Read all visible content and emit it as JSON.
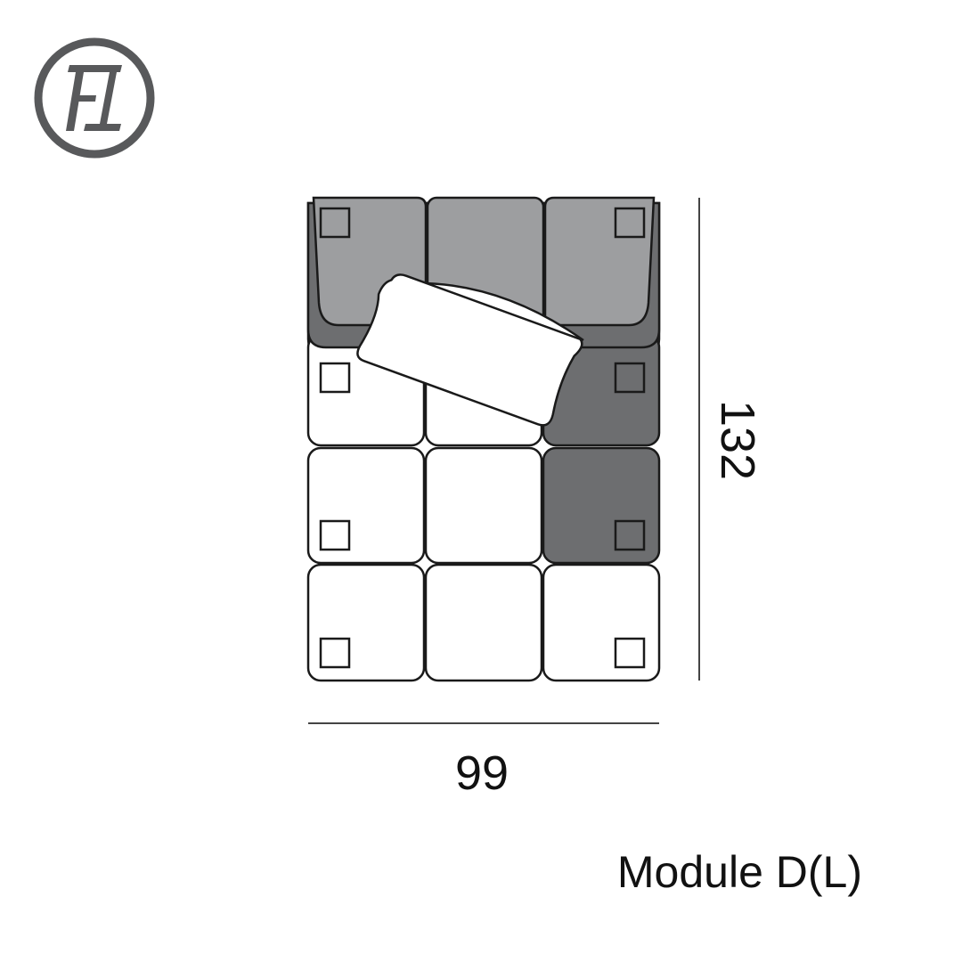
{
  "logo": {
    "text": "FL",
    "color": "#58595b"
  },
  "diagram": {
    "width_label": "99",
    "depth_label": "132",
    "module_name": "Module D(L)",
    "colors": {
      "back": "#9d9ea0",
      "dark": "#6d6e70",
      "light": "#ffffff",
      "outline": "#1a1a1a"
    }
  }
}
